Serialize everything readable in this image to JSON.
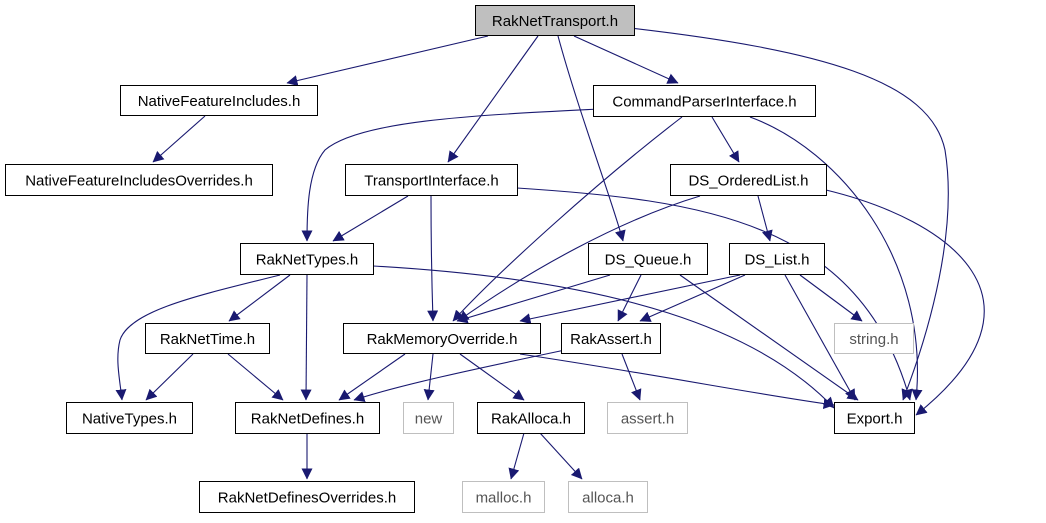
{
  "diagram": {
    "colors": {
      "edge": "#191970",
      "box_border": "#000000",
      "system_border": "#bfbfbf",
      "root_fill": "#bfbfbf",
      "text": "#000000",
      "system_text": "#555555"
    },
    "nodes": [
      {
        "id": "raknettransport",
        "label": "RakNetTransport.h",
        "kind": "root"
      },
      {
        "id": "nativefeatureincludes",
        "label": "NativeFeatureIncludes.h",
        "kind": "file"
      },
      {
        "id": "nativefeatureincludesoverrides",
        "label": "NativeFeatureIncludesOverrides.h",
        "kind": "file"
      },
      {
        "id": "commandparserinterface",
        "label": "CommandParserInterface.h",
        "kind": "file"
      },
      {
        "id": "transportinterface",
        "label": "TransportInterface.h",
        "kind": "file"
      },
      {
        "id": "ds-orderedlist",
        "label": "DS_OrderedList.h",
        "kind": "file"
      },
      {
        "id": "raknettypes",
        "label": "RakNetTypes.h",
        "kind": "file"
      },
      {
        "id": "ds-queue",
        "label": "DS_Queue.h",
        "kind": "file"
      },
      {
        "id": "ds-list",
        "label": "DS_List.h",
        "kind": "file"
      },
      {
        "id": "raknettime",
        "label": "RakNetTime.h",
        "kind": "file"
      },
      {
        "id": "rakmemoryoverride",
        "label": "RakMemoryOverride.h",
        "kind": "file"
      },
      {
        "id": "rakassert",
        "label": "RakAssert.h",
        "kind": "file"
      },
      {
        "id": "string",
        "label": "string.h",
        "kind": "system"
      },
      {
        "id": "nativetypes",
        "label": "NativeTypes.h",
        "kind": "file"
      },
      {
        "id": "raknetdefines",
        "label": "RakNetDefines.h",
        "kind": "file"
      },
      {
        "id": "new",
        "label": "new",
        "kind": "system"
      },
      {
        "id": "rakalloca",
        "label": "RakAlloca.h",
        "kind": "file"
      },
      {
        "id": "assert",
        "label": "assert.h",
        "kind": "system"
      },
      {
        "id": "export",
        "label": "Export.h",
        "kind": "file"
      },
      {
        "id": "raknetdefinesoverrides",
        "label": "RakNetDefinesOverrides.h",
        "kind": "file"
      },
      {
        "id": "malloc",
        "label": "malloc.h",
        "kind": "system"
      },
      {
        "id": "alloca",
        "label": "alloca.h",
        "kind": "system"
      }
    ],
    "edges": [
      {
        "from": "raknettransport",
        "to": "nativefeatureincludes"
      },
      {
        "from": "raknettransport",
        "to": "commandparserinterface"
      },
      {
        "from": "raknettransport",
        "to": "transportinterface"
      },
      {
        "from": "raknettransport",
        "to": "ds-queue"
      },
      {
        "from": "raknettransport",
        "to": "export"
      },
      {
        "from": "nativefeatureincludes",
        "to": "nativefeatureincludesoverrides"
      },
      {
        "from": "commandparserinterface",
        "to": "raknettypes"
      },
      {
        "from": "commandparserinterface",
        "to": "ds-orderedlist"
      },
      {
        "from": "commandparserinterface",
        "to": "rakmemoryoverride"
      },
      {
        "from": "commandparserinterface",
        "to": "export"
      },
      {
        "from": "transportinterface",
        "to": "raknettypes"
      },
      {
        "from": "transportinterface",
        "to": "rakmemoryoverride"
      },
      {
        "from": "transportinterface",
        "to": "export"
      },
      {
        "from": "ds-orderedlist",
        "to": "ds-list"
      },
      {
        "from": "ds-orderedlist",
        "to": "rakmemoryoverride"
      },
      {
        "from": "ds-orderedlist",
        "to": "export"
      },
      {
        "from": "raknettypes",
        "to": "nativetypes"
      },
      {
        "from": "raknettypes",
        "to": "raknettime"
      },
      {
        "from": "raknettypes",
        "to": "raknetdefines"
      },
      {
        "from": "raknettypes",
        "to": "export"
      },
      {
        "from": "ds-queue",
        "to": "rakmemoryoverride"
      },
      {
        "from": "ds-queue",
        "to": "rakassert"
      },
      {
        "from": "ds-queue",
        "to": "export"
      },
      {
        "from": "ds-list",
        "to": "rakmemoryoverride"
      },
      {
        "from": "ds-list",
        "to": "rakassert"
      },
      {
        "from": "ds-list",
        "to": "string"
      },
      {
        "from": "ds-list",
        "to": "export"
      },
      {
        "from": "raknettime",
        "to": "nativetypes"
      },
      {
        "from": "raknettime",
        "to": "raknetdefines"
      },
      {
        "from": "rakmemoryoverride",
        "to": "raknetdefines"
      },
      {
        "from": "rakmemoryoverride",
        "to": "new"
      },
      {
        "from": "rakmemoryoverride",
        "to": "rakalloca"
      },
      {
        "from": "rakmemoryoverride",
        "to": "export"
      },
      {
        "from": "rakassert",
        "to": "raknetdefines"
      },
      {
        "from": "rakassert",
        "to": "assert"
      },
      {
        "from": "raknetdefines",
        "to": "raknetdefinesoverrides"
      },
      {
        "from": "rakalloca",
        "to": "malloc"
      },
      {
        "from": "rakalloca",
        "to": "alloca"
      }
    ]
  }
}
